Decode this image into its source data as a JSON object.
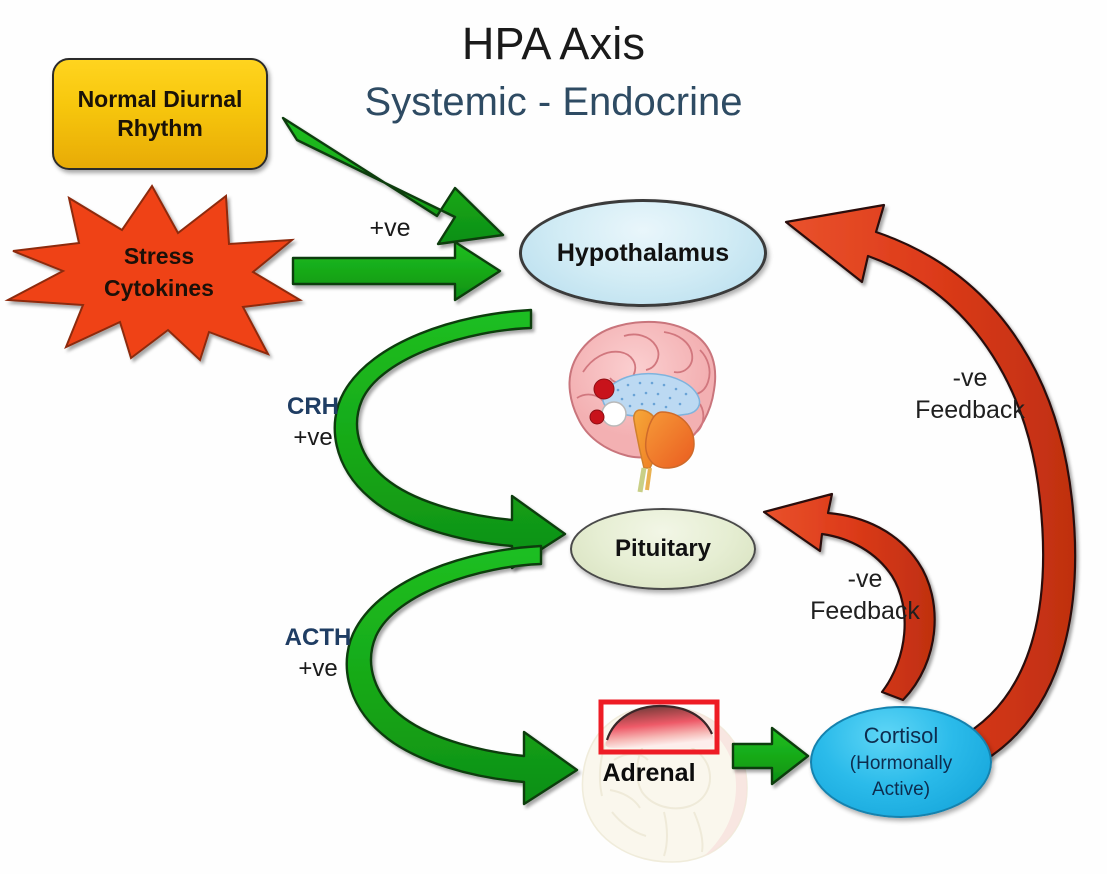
{
  "title": {
    "main": "HPA Axis",
    "sub": "Systemic - Endocrine",
    "sub_color": "#2e4b63"
  },
  "nodes": {
    "diurnal": {
      "name": "Normal Diurnal Rhythm",
      "line1": "Normal Diurnal",
      "line2": "Rhythm",
      "fill": "#f7c70d"
    },
    "stress": {
      "line1": "Stress",
      "line2": "Cytokines",
      "fill": "#ef4317"
    },
    "hypothalamus": {
      "label": "Hypothalamus",
      "fill": "#d2ecf5"
    },
    "pituitary": {
      "label": "Pituitary",
      "fill": "#e6eed3"
    },
    "adrenal": {
      "label": "Adrenal",
      "highlight_color": "#ee1c25"
    },
    "cortisol": {
      "line1": "Cortisol",
      "line2": "(Hormonally",
      "line3": "Active)",
      "fill": "#2bbbea"
    }
  },
  "labels": {
    "plus_top": "+ve",
    "crh": {
      "hormone": "CRH",
      "sign": "+ve"
    },
    "acth": {
      "hormone": "ACTH",
      "sign": "+ve"
    },
    "feedback_hypothalamus": {
      "line1": "-ve",
      "line2": "Feedback"
    },
    "feedback_pituitary": {
      "line1": "-ve",
      "line2": "Feedback"
    }
  },
  "arrows": {
    "positive_color": "#16a818",
    "negative_color": "#dd3b1a",
    "items": [
      {
        "name": "diurnal-to-hypothalamus",
        "kind": "positive",
        "from": "Normal Diurnal Rhythm",
        "to": "Hypothalamus"
      },
      {
        "name": "stress-to-hypothalamus",
        "kind": "positive",
        "from": "Stress Cytokines",
        "to": "Hypothalamus"
      },
      {
        "name": "crh-hypothalamus-to-pituitary",
        "kind": "positive",
        "from": "Hypothalamus",
        "to": "Pituitary"
      },
      {
        "name": "acth-pituitary-to-adrenal",
        "kind": "positive",
        "from": "Pituitary",
        "to": "Adrenal"
      },
      {
        "name": "adrenal-to-cortisol",
        "kind": "positive",
        "from": "Adrenal",
        "to": "Cortisol"
      },
      {
        "name": "cortisol-to-hypothalamus-feedback",
        "kind": "negative",
        "from": "Cortisol",
        "to": "Hypothalamus"
      },
      {
        "name": "cortisol-to-pituitary-feedback",
        "kind": "negative",
        "from": "Cortisol",
        "to": "Pituitary"
      }
    ]
  },
  "illustrations": {
    "brain": "brain-sagittal-illustration",
    "adrenal_kidney": "adrenal-gland-on-kidney-illustration"
  }
}
